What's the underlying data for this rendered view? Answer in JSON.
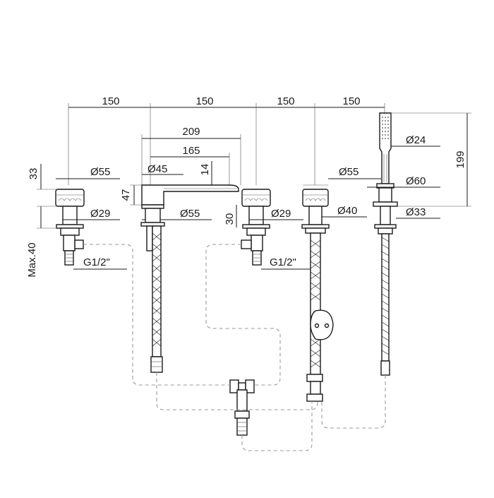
{
  "dimensions": {
    "top_spacing_1": "150",
    "top_spacing_2": "150",
    "top_spacing_3": "150",
    "top_spacing_4": "150",
    "spout_reach_209": "209",
    "spout_reach_165": "165",
    "spout_diameter_45": "Ø45",
    "spout_height_14": "14",
    "spout_height_47": "47",
    "spout_base_diameter_55": "Ø55",
    "spout_base_height_30": "30",
    "left_handle_height_33": "33",
    "left_handle_diameter_55": "Ø55",
    "left_shank_diameter_29": "Ø29",
    "left_max_40": "Max.40",
    "left_thread": "G1/2\"",
    "mid_shank_diameter_29": "Ø29",
    "mid_thread": "G1/2\"",
    "diverter_diameter_55": "Ø55",
    "diverter_diameter_40": "Ø40",
    "shower_head_diameter_24": "Ø24",
    "shower_holder_diameter_60": "Ø60",
    "shower_base_diameter_33": "Ø33",
    "shower_height_199": "199"
  }
}
